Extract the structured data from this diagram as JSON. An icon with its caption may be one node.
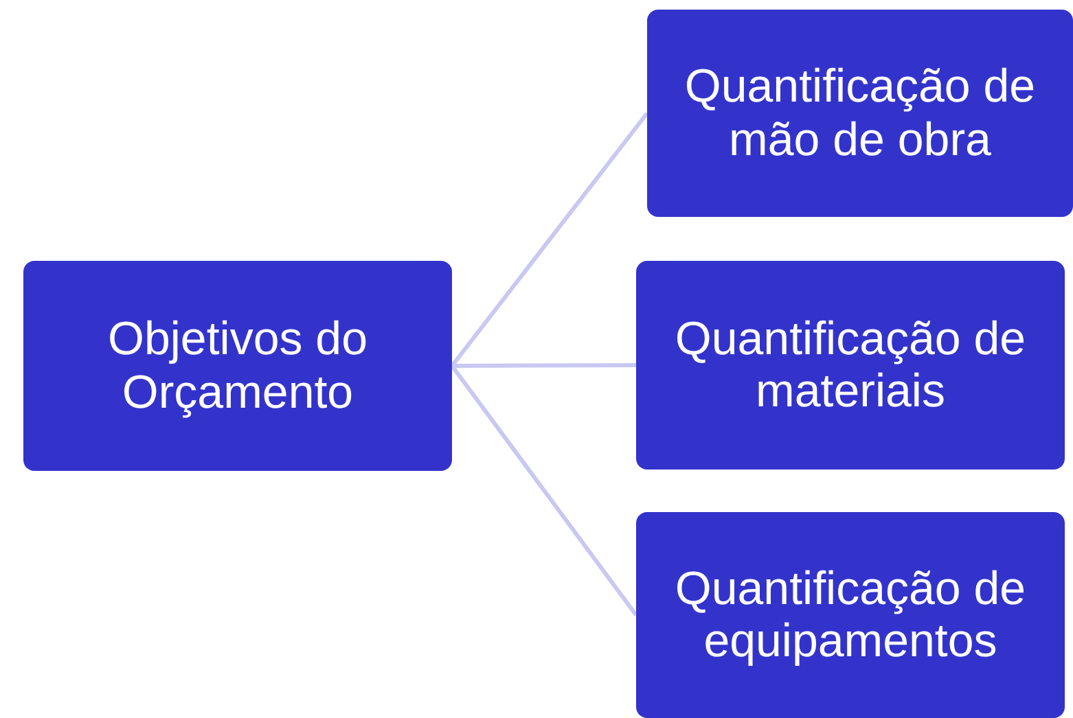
{
  "diagram": {
    "nodes": [
      {
        "text": [
          "Objetivos do Orçamento"
        ]
      },
      {
        "text": [
          "Quantificação de mão de obra"
        ]
      },
      {
        "text": [
          "Quantificação de materiais"
        ]
      },
      {
        "text": [
          "Quantificação de equipamentos"
        ]
      }
    ],
    "edges": [
      {
        "from": 0,
        "to": 1,
        "arrow": "none"
      },
      {
        "from": 0,
        "to": 2,
        "arrow": "none"
      },
      {
        "from": 0,
        "to": 3,
        "arrow": "none"
      }
    ]
  }
}
